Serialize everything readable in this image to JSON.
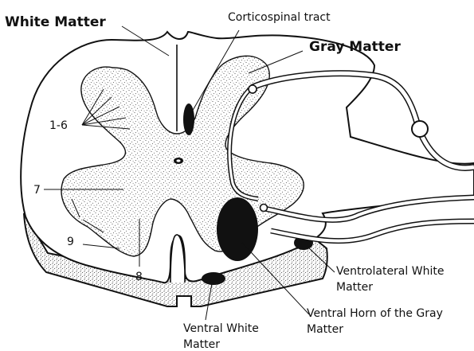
{
  "diagram": {
    "labels": {
      "white_matter": "White Matter",
      "corticospinal_tract": "Corticospinal tract",
      "gray_matter": "Gray Matter",
      "laminae_1_6": "1-6",
      "lamina_7": "7",
      "lamina_9": "9",
      "lamina_8": "8",
      "ventrolateral_line1": "Ventrolateral White",
      "ventrolateral_line2": "Matter",
      "ventral_horn_line1": "Ventral Horn of the Gray",
      "ventral_horn_line2": "Matter",
      "ventral_white_line1": "Ventral White",
      "ventral_white_line2": "Matter"
    },
    "colors": {
      "ink": "#111111",
      "background": "#ffffff",
      "stipple": "#333333"
    }
  }
}
